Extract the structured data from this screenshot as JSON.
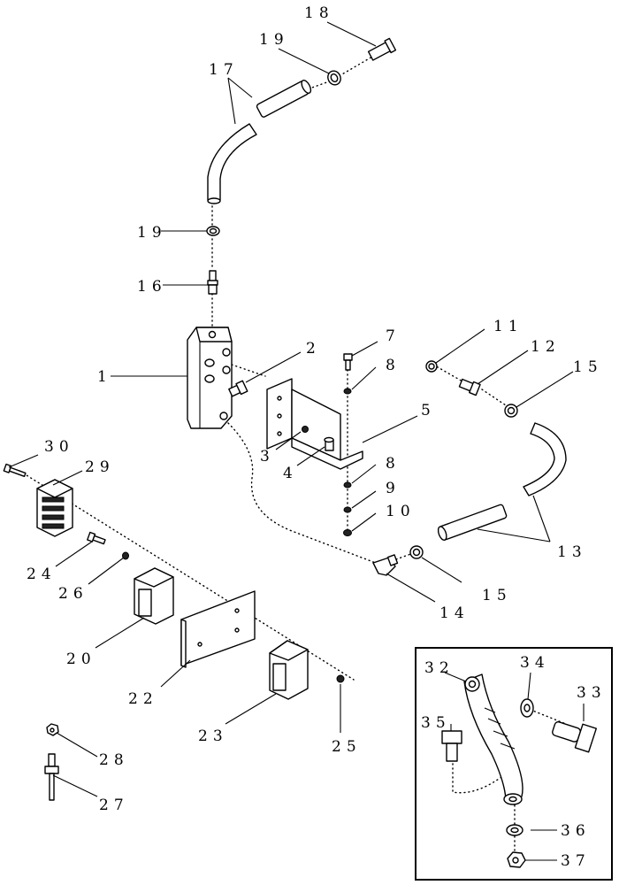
{
  "callouts": {
    "c1": "1",
    "c2": "2",
    "c3": "3",
    "c4": "4",
    "c5": "5",
    "c7": "7",
    "c8a": "8",
    "c8b": "8",
    "c9": "9",
    "c10": "10",
    "c11": "11",
    "c12": "12",
    "c13": "13",
    "c14": "14",
    "c15a": "15",
    "c15b": "15",
    "c16": "16",
    "c17": "17",
    "c18": "18",
    "c19a": "19",
    "c19b": "19",
    "c20": "20",
    "c22": "22",
    "c23": "23",
    "c24": "24",
    "c25": "25",
    "c26": "26",
    "c27": "27",
    "c28": "28",
    "c29": "29",
    "c30": "30",
    "c32": "32",
    "c33": "33",
    "c34": "34",
    "c35": "35",
    "c36": "36",
    "c37": "37"
  }
}
